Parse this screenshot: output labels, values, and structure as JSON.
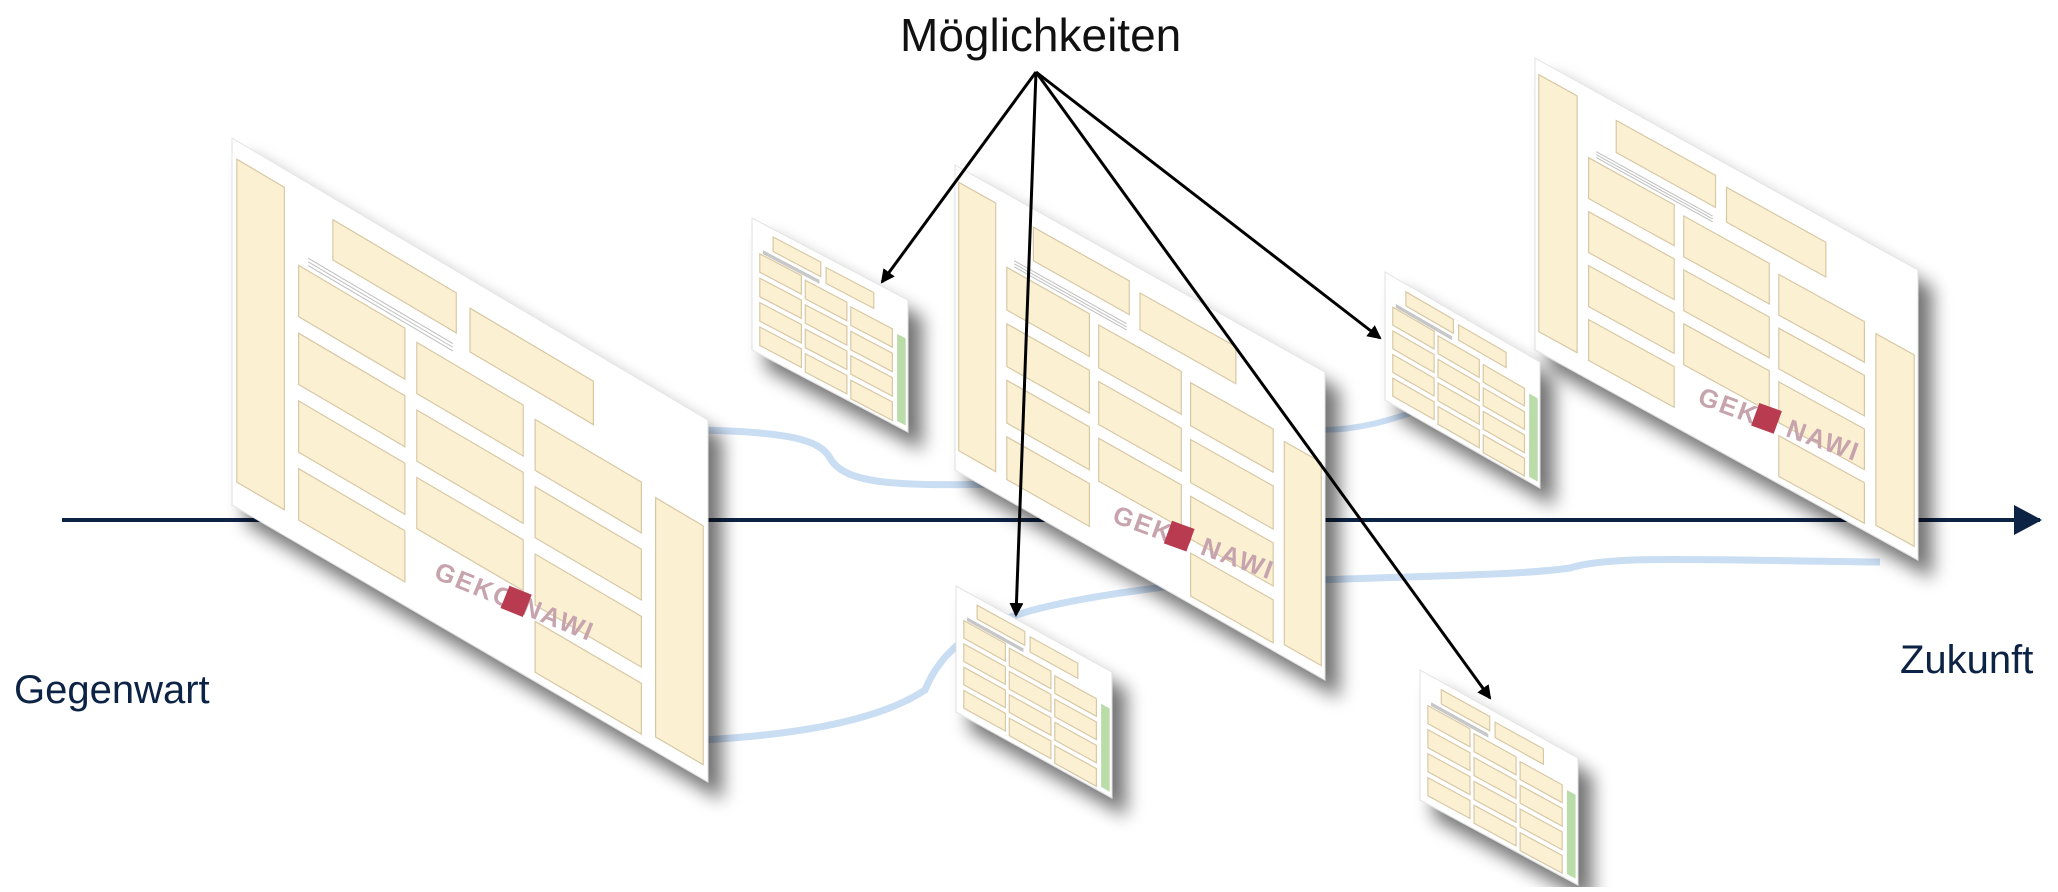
{
  "title": "Möglichkeiten",
  "labels": {
    "present": "Gegenwart",
    "future": "Zukunft"
  },
  "board_logo": "GEKO NAWI",
  "colors": {
    "timeline": "#0d2346",
    "card": "#fbf0d2",
    "card_border": "#d8c9a5",
    "connector": "#c9ddf3",
    "panel": "#ffffff",
    "accent_green": "#b9dca8",
    "logo_red": "#b83a4f"
  }
}
